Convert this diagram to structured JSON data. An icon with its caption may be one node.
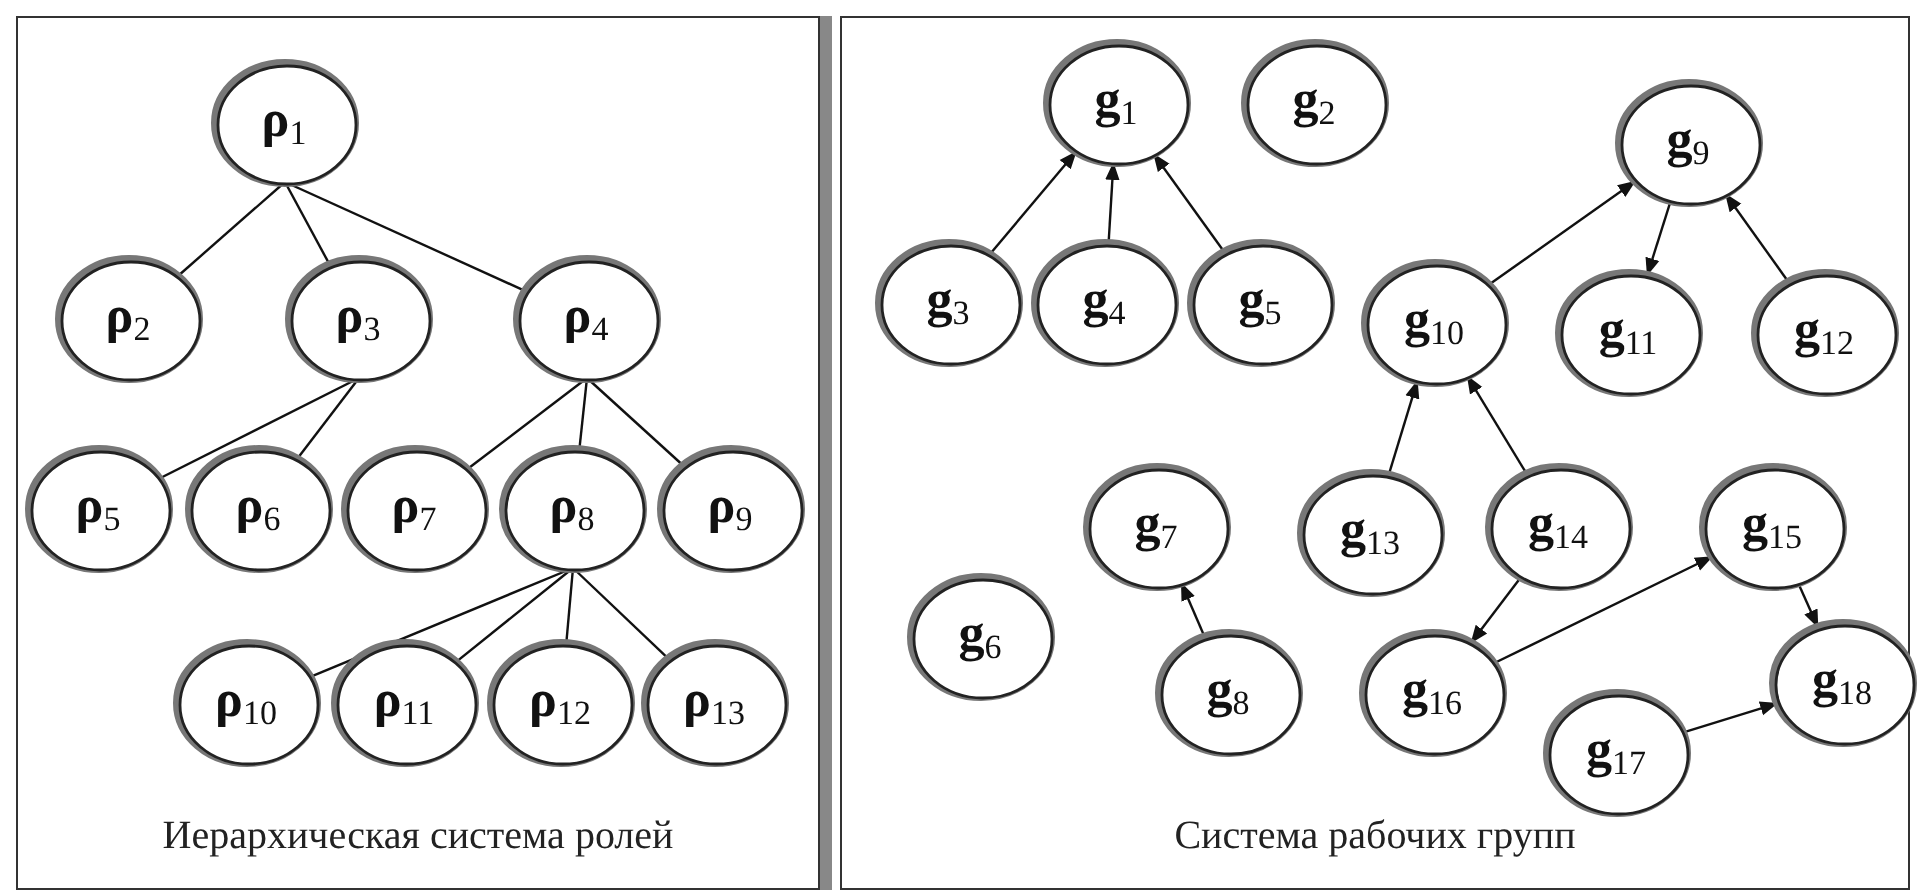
{
  "diagram": {
    "nodes": [
      {
        "text": [
          "Иерархическая система ролей"
        ]
      },
      {
        "text": [
          "**ρ**$_{1}$"
        ],
        "in": 0
      },
      {
        "text": [
          "**ρ**$_{2}$"
        ],
        "in": 0
      },
      {
        "text": [
          "**ρ**$_{3}$"
        ],
        "in": 0
      },
      {
        "text": [
          "**ρ**$_{4}$"
        ],
        "in": 0
      },
      {
        "text": [
          "**ρ**$_{5}$"
        ],
        "in": 0
      },
      {
        "text": [
          "**ρ**$_{6}$"
        ],
        "in": 0
      },
      {
        "text": [
          "**ρ**$_{7}$"
        ],
        "in": 0
      },
      {
        "text": [
          "**ρ**$_{8}$"
        ],
        "in": 0
      },
      {
        "text": [
          "**ρ**$_{9}$"
        ],
        "in": 0
      },
      {
        "text": [
          "**ρ**$_{10}$"
        ],
        "in": 0
      },
      {
        "text": [
          "**ρ**$_{11}$"
        ],
        "in": 0
      },
      {
        "text": [
          "**ρ**$_{12}$"
        ],
        "in": 0
      },
      {
        "text": [
          "**ρ**$_{13}$"
        ],
        "in": 0
      },
      {
        "text": [
          "Система рабочих групп"
        ]
      },
      {
        "text": [
          "**g**$_{1}$"
        ],
        "in": 14
      },
      {
        "text": [
          "**g**$_{2}$"
        ],
        "in": 14
      },
      {
        "text": [
          "**g**$_{3}$"
        ],
        "in": 14
      },
      {
        "text": [
          "**g**$_{4}$"
        ],
        "in": 14
      },
      {
        "text": [
          "**g**$_{5}$"
        ],
        "in": 14
      },
      {
        "text": [
          "**g**$_{6}$"
        ],
        "in": 14
      },
      {
        "text": [
          "**g**$_{7}$"
        ],
        "in": 14
      },
      {
        "text": [
          "**g**$_{8}$"
        ],
        "in": 14
      },
      {
        "text": [
          "**g**$_{9}$"
        ],
        "in": 14
      },
      {
        "text": [
          "**g**$_{10}$"
        ],
        "in": 14
      },
      {
        "text": [
          "**g**$_{11}$"
        ],
        "in": 14
      },
      {
        "text": [
          "**g**$_{12}$"
        ],
        "in": 14
      },
      {
        "text": [
          "**g**$_{13}$"
        ],
        "in": 14
      },
      {
        "text": [
          "**g**$_{14}$"
        ],
        "in": 14
      },
      {
        "text": [
          "**g**$_{15}$"
        ],
        "in": 14
      },
      {
        "text": [
          "**g**$_{16}$"
        ],
        "in": 14
      },
      {
        "text": [
          "**g**$_{17}$"
        ],
        "in": 14
      },
      {
        "text": [
          "**g**$_{18}$"
        ],
        "in": 14
      }
    ],
    "edges": [
      {
        "from": 1,
        "to": 2,
        "arrow": "none"
      },
      {
        "from": 1,
        "to": 3,
        "arrow": "none"
      },
      {
        "from": 1,
        "to": 4,
        "arrow": "none"
      },
      {
        "from": 3,
        "to": 5,
        "arrow": "none"
      },
      {
        "from": 3,
        "to": 6,
        "arrow": "none"
      },
      {
        "from": 4,
        "to": 7,
        "arrow": "none"
      },
      {
        "from": 4,
        "to": 8,
        "arrow": "none"
      },
      {
        "from": 4,
        "to": 9,
        "arrow": "none"
      },
      {
        "from": 8,
        "to": 10,
        "arrow": "none"
      },
      {
        "from": 8,
        "to": 11,
        "arrow": "none"
      },
      {
        "from": 8,
        "to": 12,
        "arrow": "none"
      },
      {
        "from": 8,
        "to": 13,
        "arrow": "none"
      },
      {
        "from": 17,
        "to": 15,
        "arrow": "to"
      },
      {
        "from": 18,
        "to": 15,
        "arrow": "to"
      },
      {
        "from": 19,
        "to": 15,
        "arrow": "to"
      },
      {
        "from": 24,
        "to": 23,
        "arrow": "to"
      },
      {
        "from": 23,
        "to": 25,
        "arrow": "to"
      },
      {
        "from": 26,
        "to": 23,
        "arrow": "to"
      },
      {
        "from": 27,
        "to": 24,
        "arrow": "to"
      },
      {
        "from": 28,
        "to": 24,
        "arrow": "to"
      },
      {
        "from": 22,
        "to": 21,
        "arrow": "to"
      },
      {
        "from": 28,
        "to": 30,
        "arrow": "to"
      },
      {
        "from": 30,
        "to": 29,
        "arrow": "to"
      },
      {
        "from": 29,
        "to": 32,
        "arrow": "to"
      },
      {
        "from": 31,
        "to": 32,
        "arrow": "to"
      }
    ]
  }
}
